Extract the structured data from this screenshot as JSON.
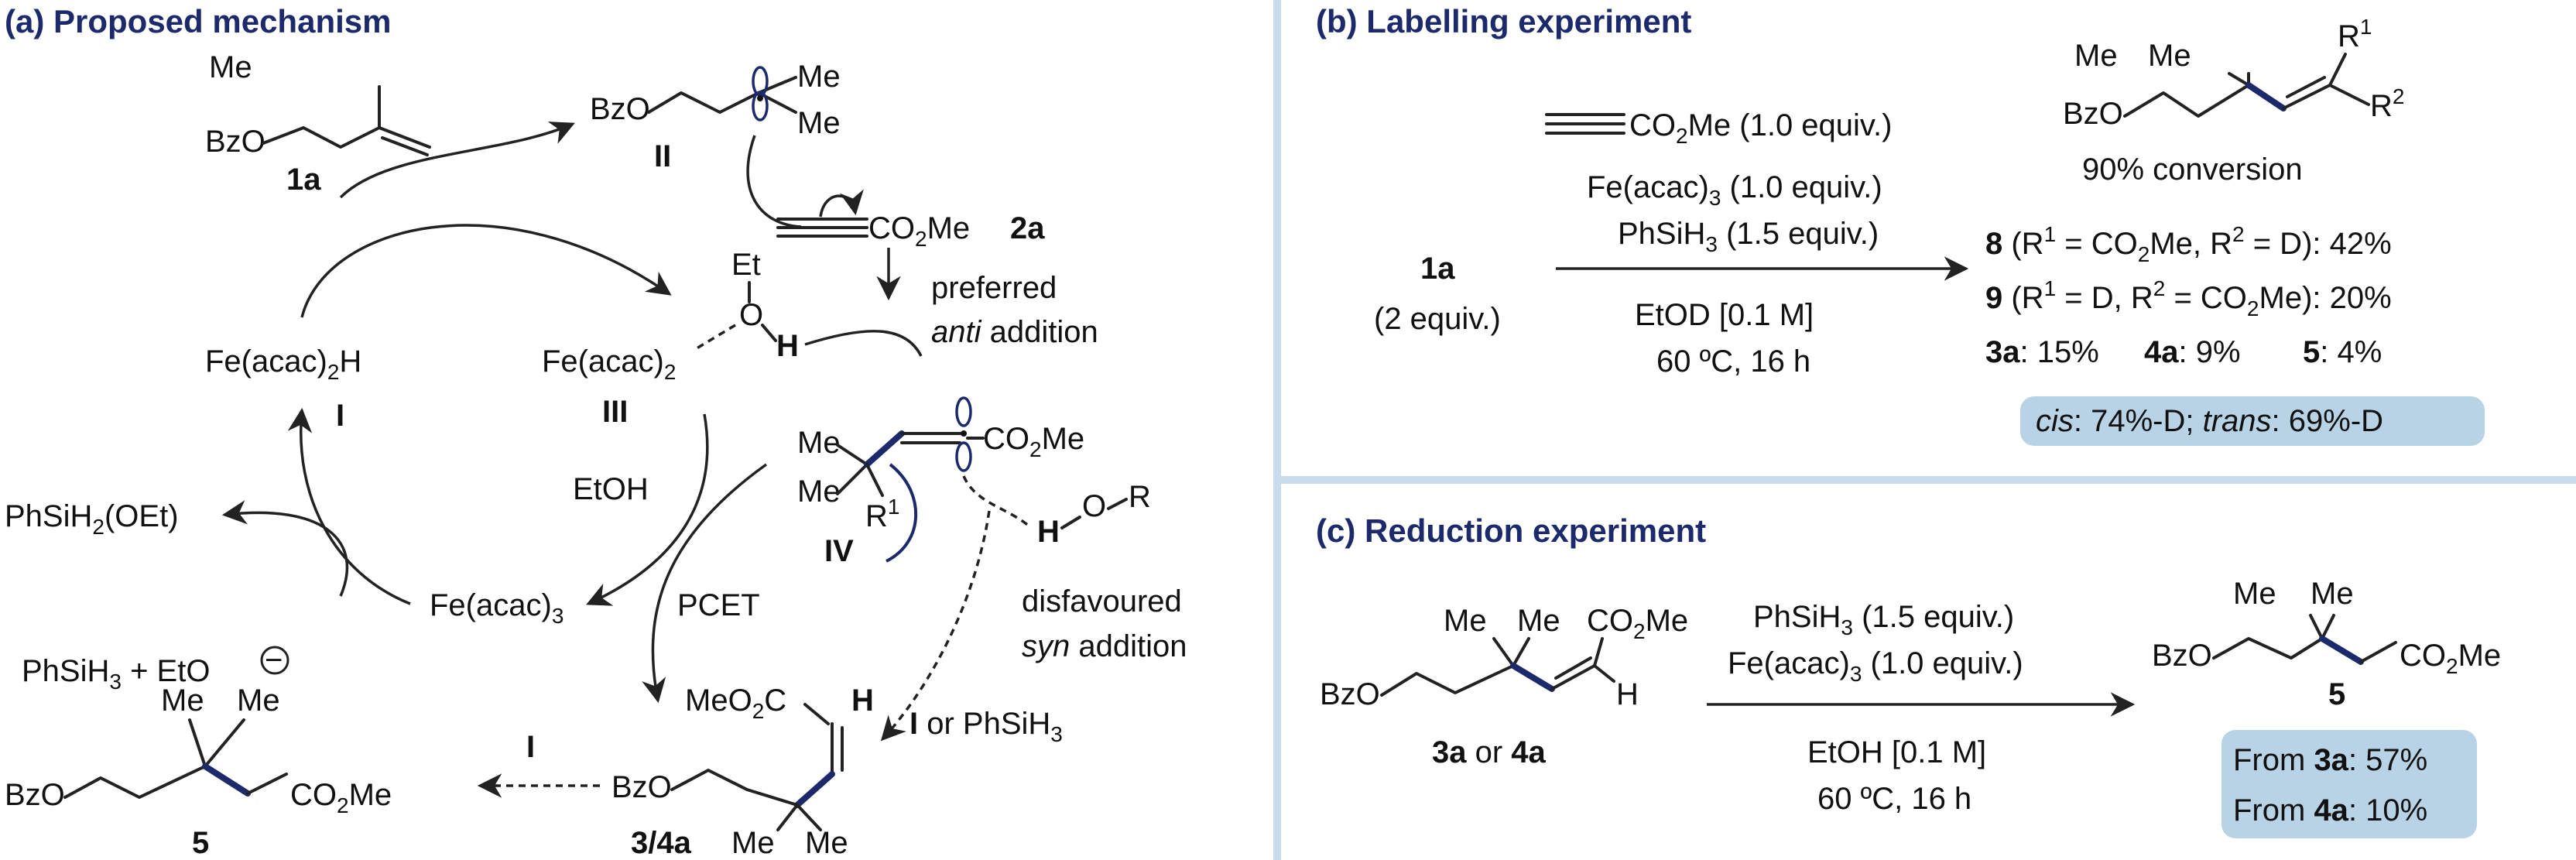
{
  "panel_a": {
    "title": "(a) Proposed mechanism",
    "atoms": {
      "me": "Me",
      "bzo": "BzO",
      "co2me": "CO",
      "co2me_tail": "Me",
      "meo2c": "MeO",
      "meo2c_tail": "C",
      "h": "H",
      "et": "Et",
      "o": "O",
      "r": "R",
      "r1": "R",
      "two": "2",
      "one": "1"
    },
    "labels": {
      "c1a": "1a",
      "cII": "II",
      "c2a": "2a",
      "cI": "I",
      "cIII": "III",
      "cIV": "IV",
      "c5": "5",
      "c34a": "3/4a",
      "c_i_reagent": "I"
    },
    "species": {
      "fe_h": "Fe(acac)",
      "fe_h_tail": "H",
      "fe_acac2": "Fe(acac)",
      "fe_acac3": "Fe(acac)",
      "three": "3",
      "phsih2oet": "PhSiH",
      "phsih2oet_tail": "(OEt)",
      "phsih3_eto": "PhSiH",
      "phsih3_eto_tail": " + EtO",
      "minus": "−",
      "etoh": "EtOH",
      "pcet": "PCET",
      "preferred": "preferred",
      "anti": "anti",
      "addition": " addition",
      "disfavoured": "disfavoured",
      "syn": "syn",
      "i_or": "I",
      "or_phsih3": " or PhSiH"
    }
  },
  "panel_b": {
    "title": "(b) Labelling experiment",
    "reagent_alkyne": "CO",
    "reagent_alkyne_tail": "Me (1.0 equiv.)",
    "reagent_fe": "Fe(acac)",
    "reagent_fe_tail": " (1.0 equiv.)",
    "reagent_si": "PhSiH",
    "reagent_si_tail": " (1.5 equiv.)",
    "solvent": "EtOD [0.1 M]",
    "conditions": "60 ºC, 16 h",
    "substrate": "1a",
    "substrate_equiv": "(2 equiv.)",
    "conversion": "90% conversion",
    "r2": "R",
    "result_8_num": "8",
    "result_8_a": " (R",
    "result_8_b": " = CO",
    "result_8_c": "Me, R",
    "result_8_d": " = D): 42%",
    "result_9_num": "9",
    "result_9_a": " (R",
    "result_9_b": " = D, R",
    "result_9_c": " = CO",
    "result_9_d": "Me): 20%",
    "r3a": "3a",
    "r3a_val": ": 15%",
    "r4a": "4a",
    "r4a_val": ": 9%",
    "r5": "5",
    "r5_val": ": 4%",
    "cis": "cis",
    "cis_val": ": 74%-D; ",
    "trans": "trans",
    "trans_val": ": 69%-D"
  },
  "panel_c": {
    "title": "(c) Reduction experiment",
    "reagent_si": "PhSiH",
    "reagent_si_tail": " (1.5 equiv.)",
    "reagent_fe": "Fe(acac)",
    "reagent_fe_tail": " (1.0 equiv.)",
    "solvent": "EtOH [0.1 M]",
    "conditions": "60 ºC, 16 h",
    "substrate_3a": "3a",
    "substrate_or": " or ",
    "substrate_4a": "4a",
    "product": "5",
    "from": "From ",
    "from_3a": "3a",
    "from_3a_val": ": 57%",
    "from_4a": "4a",
    "from_4a_val": ": 10%"
  }
}
